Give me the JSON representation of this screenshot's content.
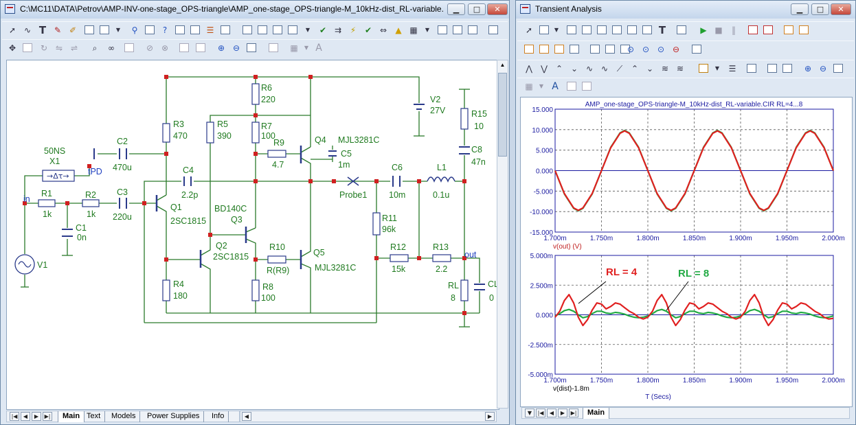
{
  "schematic_window": {
    "title": "C:\\MC11\\DATA\\Petrov\\AMP-INV-one-stage_OPS-triangle\\AMP_one-stage_OPS-triangle-M_10kHz-dist_RL-variable...",
    "controls": [
      "minimize",
      "maximize",
      "close"
    ],
    "tabs": [
      "Main",
      "Text",
      "Models",
      "Power Supplies",
      "Info"
    ],
    "active_tab": "Main"
  },
  "schematic": {
    "components": [
      {
        "id": "r6",
        "name": "R6",
        "value": "220"
      },
      {
        "id": "r7",
        "name": "R7",
        "value": "100"
      },
      {
        "id": "r3",
        "name": "R3",
        "value": "470"
      },
      {
        "id": "r5",
        "name": "R5",
        "value": "390"
      },
      {
        "id": "c2",
        "name": "C2",
        "value": "470u"
      },
      {
        "id": "r9",
        "name": "R9",
        "value": "4.7"
      },
      {
        "id": "q4",
        "name": "Q4",
        "value": "MJL3281C"
      },
      {
        "id": "c5",
        "name": "C5",
        "value": "1m"
      },
      {
        "id": "v2",
        "name": "V2",
        "value": "27V"
      },
      {
        "id": "r15",
        "name": "R15",
        "value": "10"
      },
      {
        "id": "c8",
        "name": "C8",
        "value": "47n"
      },
      {
        "id": "x1",
        "name": "X1",
        "value": "50NS"
      },
      {
        "id": "c4",
        "name": "C4",
        "value": "2.2p"
      },
      {
        "id": "c6",
        "name": "C6",
        "value": "10m"
      },
      {
        "id": "l1",
        "name": "L1",
        "value": "0.1u"
      },
      {
        "id": "r1",
        "name": "R1",
        "value": "1k"
      },
      {
        "id": "r2",
        "name": "R2",
        "value": "1k"
      },
      {
        "id": "c3",
        "name": "C3",
        "value": "220u"
      },
      {
        "id": "q1",
        "name": "Q1",
        "value": "2SC1815"
      },
      {
        "id": "q3",
        "name": "Q3",
        "value": "BD140C"
      },
      {
        "id": "r11",
        "name": "R11",
        "value": "96k"
      },
      {
        "id": "c1",
        "name": "C1",
        "value": "0n"
      },
      {
        "id": "q2",
        "name": "Q2",
        "value": "2SC1815"
      },
      {
        "id": "r10",
        "name": "R10",
        "value": "R(R9)"
      },
      {
        "id": "q5",
        "name": "Q5",
        "value": "MJL3281C"
      },
      {
        "id": "r12",
        "name": "R12",
        "value": "15k"
      },
      {
        "id": "r13",
        "name": "R13",
        "value": "2.2"
      },
      {
        "id": "v1",
        "name": "V1",
        "value": ""
      },
      {
        "id": "r4",
        "name": "R4",
        "value": "180"
      },
      {
        "id": "r8",
        "name": "R8",
        "value": "100"
      },
      {
        "id": "rl",
        "name": "RL",
        "value": "8"
      },
      {
        "id": "cl",
        "name": "CL",
        "value": "0"
      }
    ],
    "nodes": {
      "in": "in",
      "tpd": "tPD",
      "out": "out",
      "probe": "Probe1"
    }
  },
  "analysis_window": {
    "title": "Transient Analysis",
    "controls": [
      "minimize",
      "maximize",
      "close"
    ],
    "tabs": [
      "Main"
    ],
    "active_tab": "Main"
  },
  "chart_data": [
    {
      "type": "line",
      "title": "AMP_one-stage_OPS-triangle-M_10kHz-dist_RL-variable.CIR RL=4...8",
      "xlabel": "",
      "ylabel": "v(out) (V)",
      "xlim": [
        1.7,
        2.0
      ],
      "ylim": [
        -15.0,
        15.0
      ],
      "x_unit": "ms",
      "x_ticks": [
        "1.700m",
        "1.750m",
        "1.800m",
        "1.850m",
        "1.900m",
        "1.950m",
        "2.000m"
      ],
      "y_ticks": [
        "15.000",
        "10.000",
        "5.000",
        "0.000",
        "-5.000",
        "-10.000",
        "-15.000"
      ],
      "grid": true,
      "colors": {
        "RL = 4": "#e02020",
        "RL = 8": "#22aa44",
        "axis": "#1a1aa0",
        "grid": "#555555"
      },
      "series": [
        {
          "name": "RL = 4",
          "x": [
            1.7,
            1.71,
            1.72,
            1.725,
            1.73,
            1.74,
            1.75,
            1.76,
            1.77,
            1.775,
            1.78,
            1.79,
            1.8,
            1.81,
            1.82,
            1.825,
            1.83,
            1.84,
            1.85,
            1.86,
            1.87,
            1.875,
            1.88,
            1.89,
            1.9,
            1.91,
            1.92,
            1.925,
            1.93,
            1.94,
            1.95,
            1.96,
            1.97,
            1.975,
            1.98,
            1.99,
            2.0
          ],
          "values": [
            0,
            -5.6,
            -9.1,
            -9.7,
            -9.1,
            -5.6,
            0,
            5.6,
            9.1,
            9.7,
            9.1,
            5.6,
            0,
            -5.6,
            -9.1,
            -9.7,
            -9.1,
            -5.6,
            0,
            5.6,
            9.1,
            9.7,
            9.1,
            5.6,
            0,
            -5.6,
            -9.1,
            -9.7,
            -9.1,
            -5.6,
            0,
            5.6,
            9.1,
            9.7,
            9.1,
            5.6,
            0
          ]
        },
        {
          "name": "RL = 8",
          "x": [
            1.7,
            1.71,
            1.72,
            1.725,
            1.73,
            1.74,
            1.75,
            1.76,
            1.77,
            1.775,
            1.78,
            1.79,
            1.8,
            1.81,
            1.82,
            1.825,
            1.83,
            1.84,
            1.85,
            1.86,
            1.87,
            1.875,
            1.88,
            1.89,
            1.9,
            1.91,
            1.92,
            1.925,
            1.93,
            1.94,
            1.95,
            1.96,
            1.97,
            1.975,
            1.98,
            1.99,
            2.0
          ],
          "values": [
            0,
            -5.7,
            -9.2,
            -9.8,
            -9.2,
            -5.7,
            0,
            5.7,
            9.2,
            9.8,
            9.2,
            5.7,
            0,
            -5.7,
            -9.2,
            -9.8,
            -9.2,
            -5.7,
            0,
            5.7,
            9.2,
            9.8,
            9.2,
            5.7,
            0,
            -5.7,
            -9.2,
            -9.8,
            -9.2,
            -5.7,
            0,
            5.7,
            9.2,
            9.8,
            9.2,
            5.7,
            0
          ]
        }
      ]
    },
    {
      "type": "line",
      "title": "",
      "xlabel": "T (Secs)",
      "ylabel": "v(dist)-1.8m",
      "xlim": [
        1.7,
        2.0
      ],
      "ylim": [
        -5.0,
        5.0
      ],
      "x_unit": "ms",
      "x_ticks": [
        "1.700m",
        "1.750m",
        "1.800m",
        "1.850m",
        "1.900m",
        "1.950m",
        "2.000m"
      ],
      "y_ticks": [
        "5.000m",
        "2.500m",
        "0.000",
        "-2.500m",
        "-5.000m"
      ],
      "grid": true,
      "annotations": [
        "RL = 4",
        "RL = 8"
      ],
      "series": [
        {
          "name": "RL = 4",
          "x": [
            1.7,
            1.705,
            1.71,
            1.715,
            1.72,
            1.725,
            1.73,
            1.735,
            1.74,
            1.745,
            1.75,
            1.755,
            1.76,
            1.765,
            1.77,
            1.775,
            1.78,
            1.785,
            1.79,
            1.795,
            1.8,
            1.805,
            1.81,
            1.815,
            1.82,
            1.825,
            1.83,
            1.835,
            1.84,
            1.845,
            1.85,
            1.855,
            1.86,
            1.865,
            1.87,
            1.875,
            1.88,
            1.885,
            1.89,
            1.895,
            1.9,
            1.905,
            1.91,
            1.915,
            1.92,
            1.925,
            1.93,
            1.935,
            1.94,
            1.945,
            1.95,
            1.955,
            1.96,
            1.965,
            1.97,
            1.975,
            1.98,
            1.985,
            1.99,
            1.995,
            2.0
          ],
          "values": [
            -0.2,
            0.3,
            1.2,
            1.7,
            1.0,
            -0.2,
            -0.9,
            -0.4,
            0.4,
            1.0,
            0.9,
            0.5,
            0.7,
            1.0,
            0.9,
            0.6,
            0.3,
            0.1,
            -0.2,
            -0.35,
            -0.2,
            0.3,
            1.2,
            1.7,
            1.0,
            -0.2,
            -0.9,
            -0.4,
            0.4,
            1.0,
            0.9,
            0.5,
            0.7,
            1.0,
            0.9,
            0.6,
            0.3,
            0.1,
            -0.2,
            -0.35,
            -0.2,
            0.3,
            1.2,
            1.7,
            1.0,
            -0.2,
            -0.9,
            -0.4,
            0.4,
            1.0,
            0.9,
            0.5,
            0.7,
            1.0,
            0.9,
            0.6,
            0.3,
            0.1,
            -0.2,
            -0.35,
            -0.3
          ]
        },
        {
          "name": "RL = 8",
          "x": [
            1.7,
            1.705,
            1.71,
            1.715,
            1.72,
            1.725,
            1.73,
            1.735,
            1.74,
            1.745,
            1.75,
            1.755,
            1.76,
            1.765,
            1.77,
            1.775,
            1.78,
            1.785,
            1.79,
            1.795,
            1.8,
            1.805,
            1.81,
            1.815,
            1.82,
            1.825,
            1.83,
            1.835,
            1.84,
            1.845,
            1.85,
            1.855,
            1.86,
            1.865,
            1.87,
            1.875,
            1.88,
            1.885,
            1.89,
            1.895,
            1.9,
            1.905,
            1.91,
            1.915,
            1.92,
            1.925,
            1.93,
            1.935,
            1.94,
            1.945,
            1.95,
            1.955,
            1.96,
            1.965,
            1.97,
            1.975,
            1.98,
            1.985,
            1.99,
            1.995,
            2.0
          ],
          "values": [
            -0.1,
            0.1,
            0.35,
            0.45,
            0.3,
            0.0,
            -0.25,
            -0.15,
            0.1,
            0.3,
            0.3,
            0.15,
            0.1,
            0.2,
            0.15,
            0.05,
            -0.1,
            -0.2,
            -0.25,
            -0.2,
            -0.1,
            0.1,
            0.35,
            0.45,
            0.3,
            0.0,
            -0.25,
            -0.15,
            0.1,
            0.3,
            0.3,
            0.15,
            0.1,
            0.2,
            0.15,
            0.05,
            -0.1,
            -0.2,
            -0.25,
            -0.2,
            -0.1,
            0.1,
            0.35,
            0.45,
            0.3,
            0.0,
            -0.25,
            -0.15,
            0.1,
            0.3,
            0.3,
            0.15,
            0.1,
            0.2,
            0.15,
            0.05,
            -0.1,
            -0.2,
            -0.25,
            -0.2,
            -0.1
          ]
        }
      ]
    }
  ]
}
